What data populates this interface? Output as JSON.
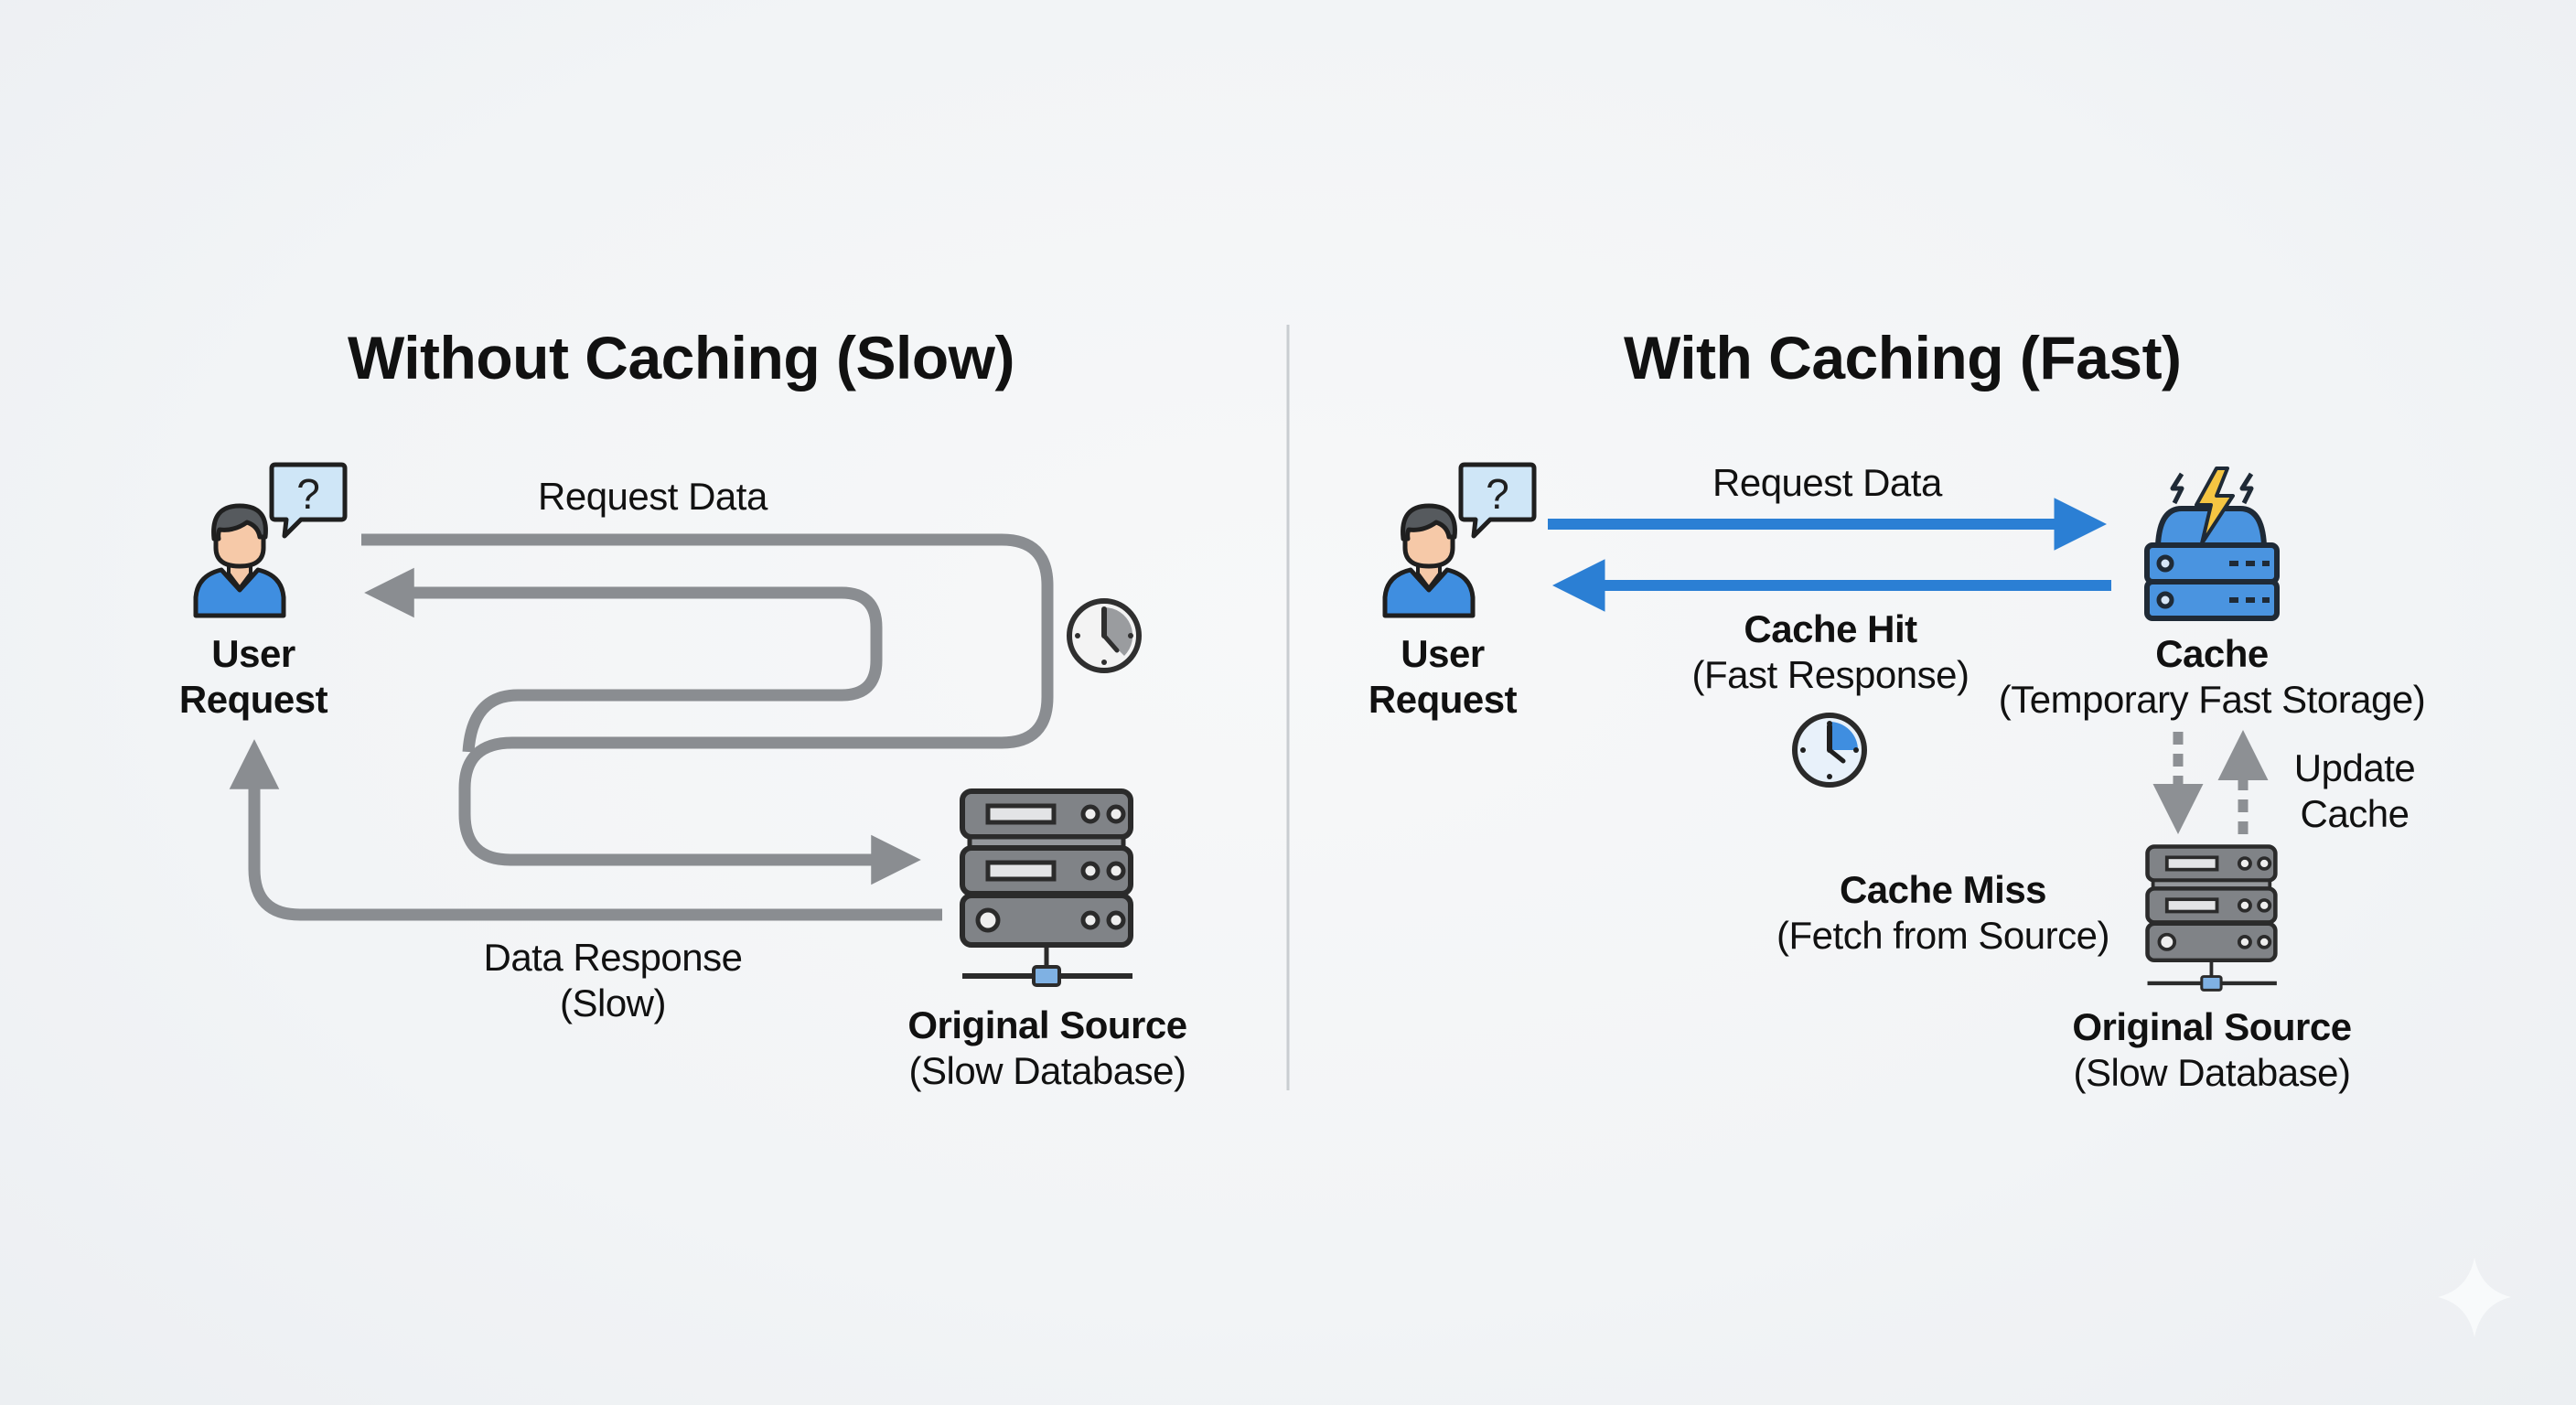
{
  "colors": {
    "background": "#f1f3f5",
    "grey_path": "#8a8d91",
    "blue_arrow": "#2b7fd4",
    "server_grey": "#7e8185",
    "cache_blue": "#4a94e0",
    "bolt_yellow": "#f5c542",
    "outline": "#2b2b2b",
    "skin": "#f6c9a8",
    "shirt_blue": "#3f8ee0",
    "hair": "#565a5e",
    "bubble_fill": "#cfe6f7",
    "divider": "#c9cdd1"
  },
  "left_panel": {
    "title": "Without Caching (Slow)",
    "user": {
      "line1": "User",
      "line2": "Request",
      "bubble_glyph": "?"
    },
    "request_label": "Request Data",
    "response_label": {
      "line1": "Data Response",
      "line2": "(Slow)"
    },
    "source": {
      "line1": "Original Source",
      "line2": "(Slow Database)"
    },
    "icons": [
      "user-icon",
      "question-bubble-icon",
      "clock-icon",
      "server-rack-icon"
    ]
  },
  "right_panel": {
    "title": "With Caching (Fast)",
    "user": {
      "line1": "User",
      "line2": "Request",
      "bubble_glyph": "?"
    },
    "request_label": "Request Data",
    "hit_label": {
      "line1": "Cache Hit",
      "line2": "(Fast Response)"
    },
    "cache": {
      "line1": "Cache",
      "line2": "(Temporary Fast Storage)"
    },
    "update_label": {
      "line1": "Update",
      "line2": "Cache"
    },
    "miss_label": {
      "line1": "Cache Miss",
      "line2": "(Fetch from Source)"
    },
    "source": {
      "line1": "Original Source",
      "line2": "(Slow Database)"
    },
    "icons": [
      "user-icon",
      "question-bubble-icon",
      "lightning-cache-icon",
      "clock-icon",
      "server-rack-icon"
    ]
  }
}
